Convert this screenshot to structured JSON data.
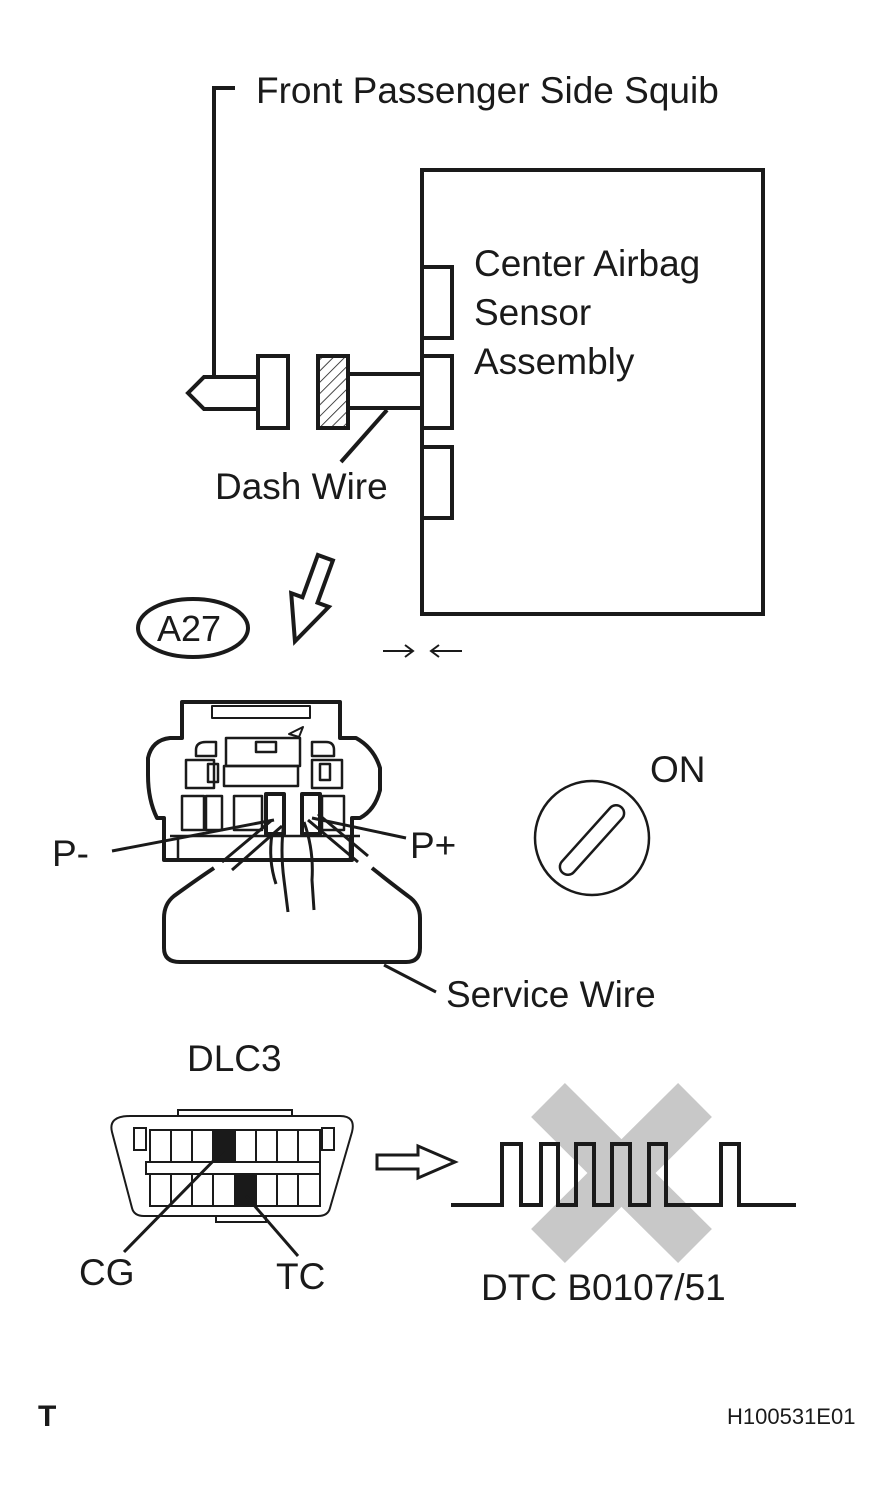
{
  "labels": {
    "squib": "Front Passenger Side Squib",
    "ecu_line1": "Center Airbag",
    "ecu_line2": "Sensor",
    "ecu_line3": "Assembly",
    "dash_wire": "Dash Wire",
    "connector_id": "A27",
    "p_minus": "P-",
    "p_plus": "P+",
    "ignition_state": "ON",
    "service_wire": "Service Wire",
    "dlc": "DLC3",
    "cg": "CG",
    "tc": "TC",
    "dtc": "DTC B0107/51",
    "corner_mark": "T",
    "figure_code": "H100531E01"
  },
  "icons": {
    "direction_arrow": "hollow-arrow-down-left-icon",
    "connect_arrows": "arrows-toward-each-other-icon",
    "ignition_switch": "ignition-key-icon",
    "flow_arrow": "hollow-arrow-right-icon",
    "prohibited_mark": "cross-x-icon"
  },
  "colors": {
    "line": "#1a1a1a",
    "prohibited_mark": "#c8c8c8",
    "terminal_fill": "#1a1a1a"
  }
}
